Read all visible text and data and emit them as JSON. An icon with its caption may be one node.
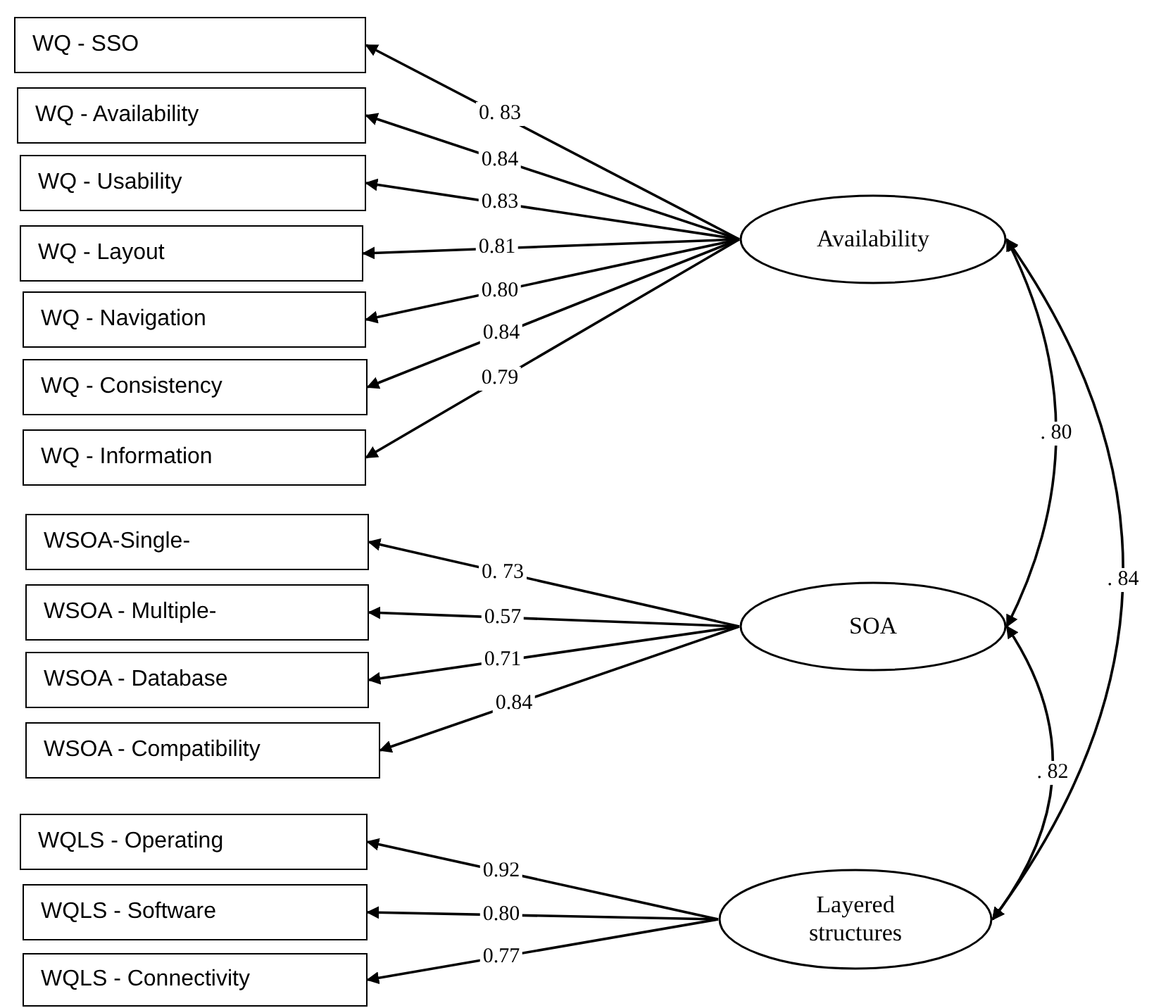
{
  "diagram": {
    "nodes": [
      {
        "text": [
          "WQ - SSO"
        ]
      },
      {
        "text": [
          "WQ - Availability"
        ]
      },
      {
        "text": [
          "WQ - Usability"
        ]
      },
      {
        "text": [
          "WQ - Layout"
        ]
      },
      {
        "text": [
          "WQ - Navigation"
        ]
      },
      {
        "text": [
          "WQ - Consistency"
        ]
      },
      {
        "text": [
          "WQ - Information"
        ]
      },
      {
        "text": [
          "WSOA-Single-"
        ]
      },
      {
        "text": [
          "WSOA - Multiple-"
        ]
      },
      {
        "text": [
          "WSOA - Database"
        ]
      },
      {
        "text": [
          "WSOA - Compatibility"
        ]
      },
      {
        "text": [
          "WQLS - Operating"
        ]
      },
      {
        "text": [
          "WQLS - Software"
        ]
      },
      {
        "text": [
          "WQLS - Connectivity"
        ]
      },
      {
        "text": [
          "Availability"
        ]
      },
      {
        "text": [
          "SOA"
        ]
      },
      {
        "text": [
          "Layered structures"
        ]
      }
    ],
    "edges": [
      {
        "from": 14,
        "to": 0,
        "arrow": "to",
        "label": "0. 83"
      },
      {
        "from": 14,
        "to": 1,
        "arrow": "to",
        "label": "0.84"
      },
      {
        "from": 14,
        "to": 2,
        "arrow": "to",
        "label": "0.83"
      },
      {
        "from": 14,
        "to": 3,
        "arrow": "to",
        "label": "0.81"
      },
      {
        "from": 14,
        "to": 4,
        "arrow": "to",
        "label": "0.80"
      },
      {
        "from": 14,
        "to": 5,
        "arrow": "to",
        "label": "0.84"
      },
      {
        "from": 14,
        "to": 6,
        "arrow": "to",
        "label": "0.79"
      },
      {
        "from": 15,
        "to": 7,
        "arrow": "to",
        "label": "0. 73"
      },
      {
        "from": 15,
        "to": 8,
        "arrow": "to",
        "label": "0.57"
      },
      {
        "from": 15,
        "to": 9,
        "arrow": "to",
        "label": "0.71"
      },
      {
        "from": 15,
        "to": 10,
        "arrow": "to",
        "label": "0.84"
      },
      {
        "from": 16,
        "to": 11,
        "arrow": "to",
        "label": "0.92"
      },
      {
        "from": 16,
        "to": 12,
        "arrow": "to",
        "label": "0.80"
      },
      {
        "from": 16,
        "to": 13,
        "arrow": "to",
        "label": "0.77"
      },
      {
        "from": 14,
        "to": 15,
        "arrow": "both",
        "label": ". 80"
      },
      {
        "from": 15,
        "to": 16,
        "arrow": "both",
        "label": ". 82"
      },
      {
        "from": 14,
        "to": 16,
        "arrow": "both",
        "label": ". 84"
      }
    ]
  }
}
